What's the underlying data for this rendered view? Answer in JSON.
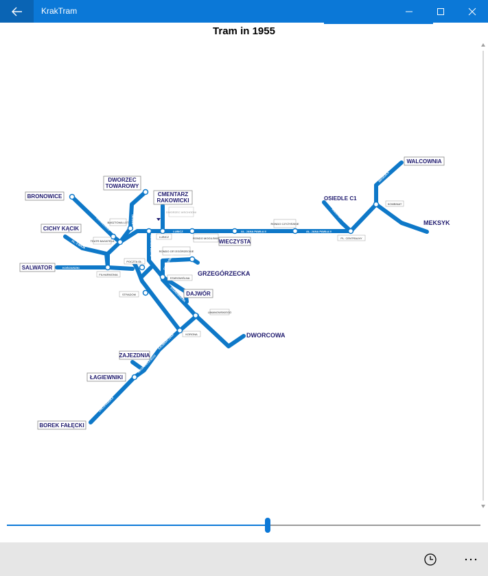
{
  "app": {
    "title": "KrakTram"
  },
  "page": {
    "heading": "Tram in 1955"
  },
  "map": {
    "big_labels": [
      "BRONOWICE",
      "DWORZEC TOWAROWY",
      "CMENTARZ RAKOWICKI",
      "CICHY KĄCIK",
      "SALWATOR",
      "DAJWÓR",
      "ZAJEZDNIA",
      "ŁAGIEWNIKI",
      "BOREK FAŁĘCKI",
      "WIECZYSTA",
      "WALCOWNIA"
    ],
    "free_labels": [
      "OSIEDLE C1",
      "MEKSYK",
      "GRZEGÓRZECKA",
      "DWORCOWA"
    ],
    "stop_labels": [
      "BASZTOWA LOT",
      "TEATR BAGATELA",
      "POCZTA GŁ.",
      "FILHARMONIA",
      "STRADOM",
      "STAROWIŚLNA",
      "RONDO GRZEGÓRZECKIE",
      "LUBICZ",
      "RONDO MOGILSKIE",
      "RONDO CZYŻYŃSKIE",
      "PL. CENTRALNY",
      "KOMBINAT",
      "LIMANOWSKIEGO",
      "KORONA",
      "DWORZEC WSCHODNI"
    ],
    "street_labels": [
      "KARMELICKA",
      "DŁUGA",
      "AL. 3 MAJA",
      "KOŚCIUSZKI",
      "WESTERPLATTE",
      "GRZEGÓRZECKA",
      "STAROWIŚLNA",
      "KRAKOWSKA",
      "WIELICKA",
      "KALWARYJSKA",
      "BRODOWICKIEGO",
      "ZAKOPIAŃSKA",
      "LUBICZ",
      "AL. JANA PAWŁA II",
      "AL. JANA PAWŁA II",
      "ANDERSA",
      "SOLIDARNOŚCI",
      "BRODZKA"
    ]
  },
  "colors": {
    "accent": "#0b78d7",
    "tram_line": "#0e78c8",
    "label_text": "#1f1a6e"
  },
  "slider": {
    "value_fraction": 0.55
  },
  "icons": {
    "back": "arrow-left-icon",
    "minimize": "minimize-icon",
    "maximize": "maximize-icon",
    "close": "close-icon",
    "history": "clock-icon",
    "more": "more-icon"
  }
}
